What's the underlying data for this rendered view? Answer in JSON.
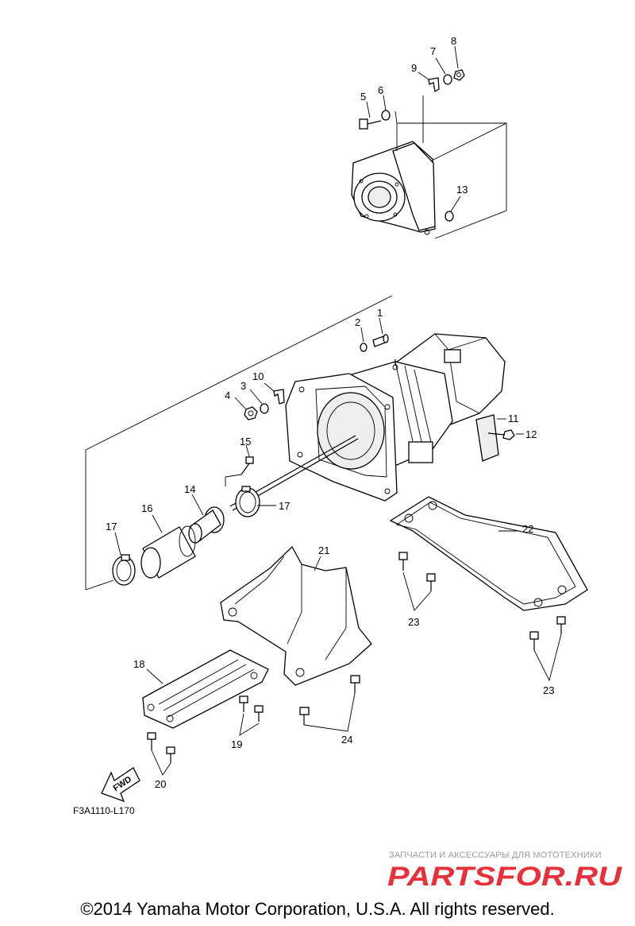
{
  "diagram": {
    "code": "F3A1110-L170",
    "fwd_label": "FWD",
    "callouts": [
      {
        "id": "c1",
        "label": "1"
      },
      {
        "id": "c2",
        "label": "2"
      },
      {
        "id": "c3",
        "label": "3"
      },
      {
        "id": "c4",
        "label": "4"
      },
      {
        "id": "c5",
        "label": "5"
      },
      {
        "id": "c6",
        "label": "6"
      },
      {
        "id": "c7",
        "label": "7"
      },
      {
        "id": "c8",
        "label": "8"
      },
      {
        "id": "c9",
        "label": "9"
      },
      {
        "id": "c10",
        "label": "10"
      },
      {
        "id": "c11",
        "label": "11"
      },
      {
        "id": "c12",
        "label": "12"
      },
      {
        "id": "c13",
        "label": "13"
      },
      {
        "id": "c14",
        "label": "14"
      },
      {
        "id": "c15",
        "label": "15"
      },
      {
        "id": "c16",
        "label": "16"
      },
      {
        "id": "c17a",
        "label": "17"
      },
      {
        "id": "c17b",
        "label": "17"
      },
      {
        "id": "c18",
        "label": "18"
      },
      {
        "id": "c19",
        "label": "19"
      },
      {
        "id": "c20",
        "label": "20"
      },
      {
        "id": "c21",
        "label": "21"
      },
      {
        "id": "c22",
        "label": "22"
      },
      {
        "id": "c23a",
        "label": "23"
      },
      {
        "id": "c23b",
        "label": "23"
      },
      {
        "id": "c24",
        "label": "24"
      }
    ]
  },
  "watermark": {
    "tagline": "ЗАПЧАСТИ И АКСЕССУАРЫ ДЛЯ МОТОТЕХНИКИ",
    "logo": "PARTSFOR.RU",
    "logo_color": "#e8303a",
    "tagline_color": "#9a9a9a"
  },
  "copyright": "©2014 Yamaha Motor Corporation, U.S.A. All rights reserved."
}
